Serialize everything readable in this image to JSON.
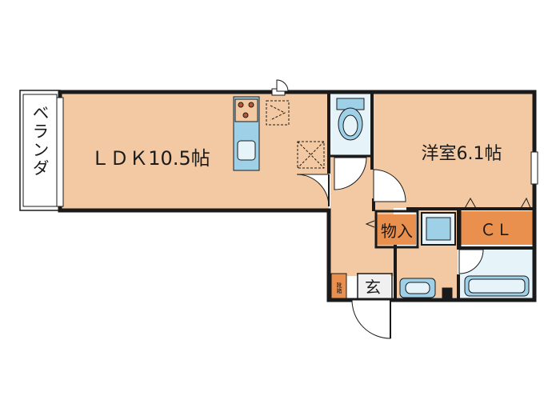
{
  "rooms": {
    "ldk": "ＬＤＫ10.5帖",
    "western": "洋室6.1帖",
    "veranda": "ベランダ",
    "storage": "物入",
    "closet": "ＣＬ",
    "entrance": "玄",
    "shoe_box": "靴箱"
  },
  "colors": {
    "room_fill": "#f2c9a2",
    "closet_fill": "#e9904e",
    "wet_fill": "#e6f4fa",
    "fixture_fill": "#9ed0e8",
    "wall": "#1a1a1a",
    "veranda_fill": "#ffffff"
  }
}
